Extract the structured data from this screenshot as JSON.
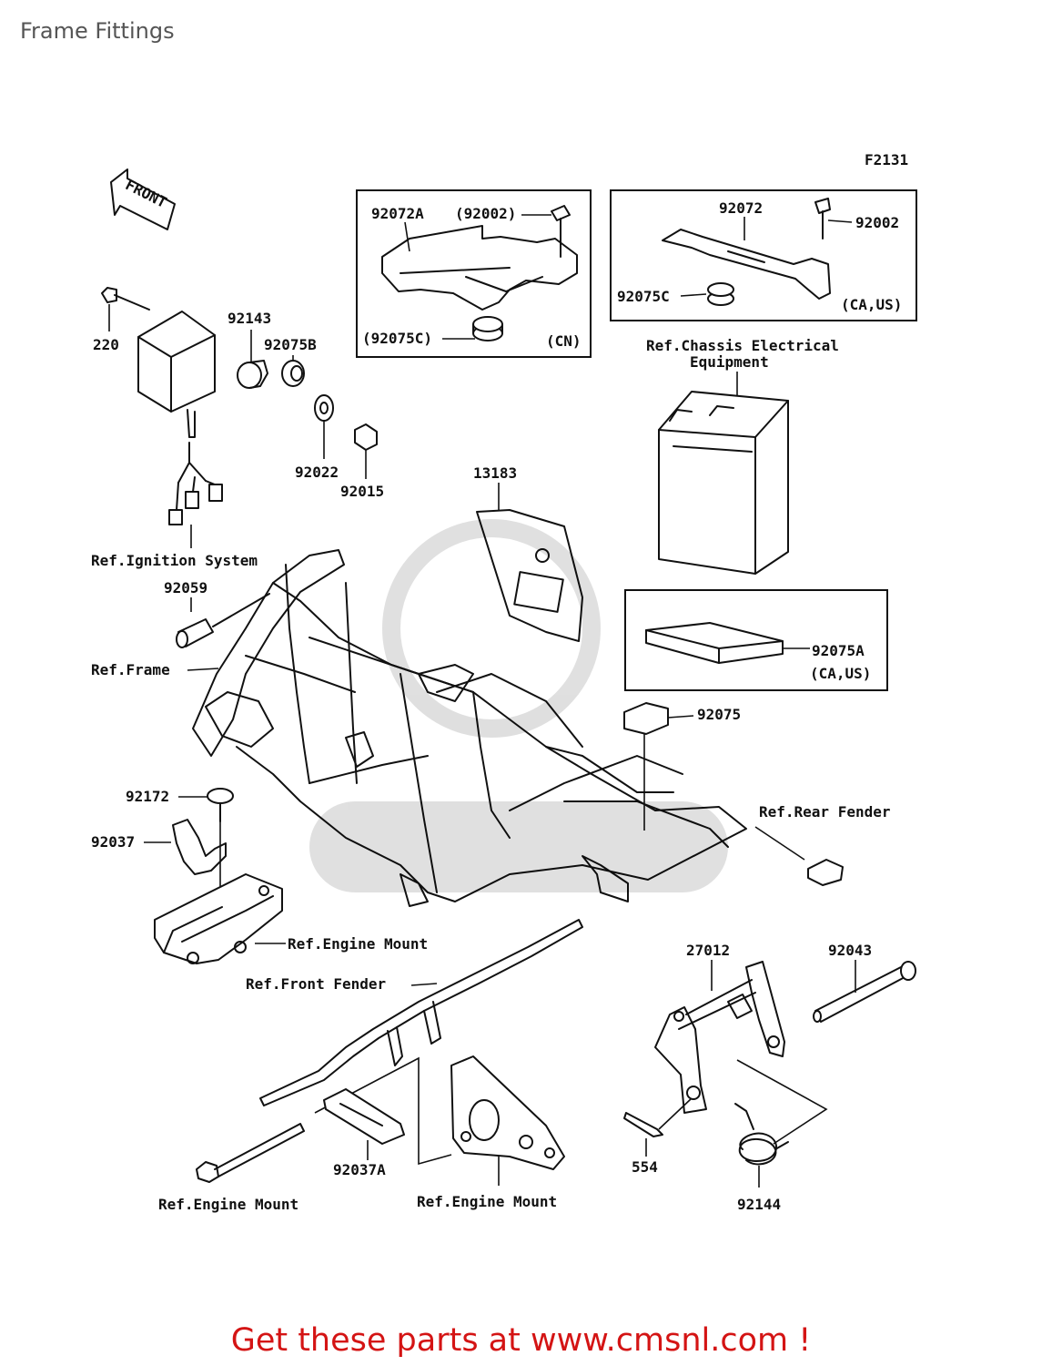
{
  "page_title": "Frame Fittings",
  "figure_code": "F2131",
  "front_arrow": "FRONT",
  "footer": "Get these parts at www.cmsnl.com !",
  "labels": {
    "p220": "220",
    "p92143": "92143",
    "p92075B": "92075B",
    "p92022": "92022",
    "p92015": "92015",
    "ref_ignition": "Ref.Ignition System",
    "p92059": "92059",
    "ref_frame": "Ref.Frame",
    "p92172": "92172",
    "p92037": "92037",
    "ref_engine_mount_1": "Ref.Engine Mount",
    "ref_front_fender": "Ref.Front Fender",
    "ref_engine_mount_2": "Ref.Engine Mount",
    "p92037A": "92037A",
    "ref_engine_mount_3": "Ref.Engine Mount",
    "p13183": "13183",
    "p92072A": "92072A",
    "p92002_paren": "(92002)",
    "p92075C_paren": "(92075C)",
    "cn": "(CN)",
    "p92072": "92072",
    "p92002": "92002",
    "p92075C": "92075C",
    "ca_us_1": "(CA,US)",
    "ref_chassis_1": "Ref.Chassis Electrical",
    "ref_chassis_2": "Equipment",
    "p92075A": "92075A",
    "ca_us_2": "(CA,US)",
    "p92075": "92075",
    "ref_rear_fender": "Ref.Rear Fender",
    "p27012": "27012",
    "p92043": "92043",
    "p554": "554",
    "p92144": "92144"
  }
}
